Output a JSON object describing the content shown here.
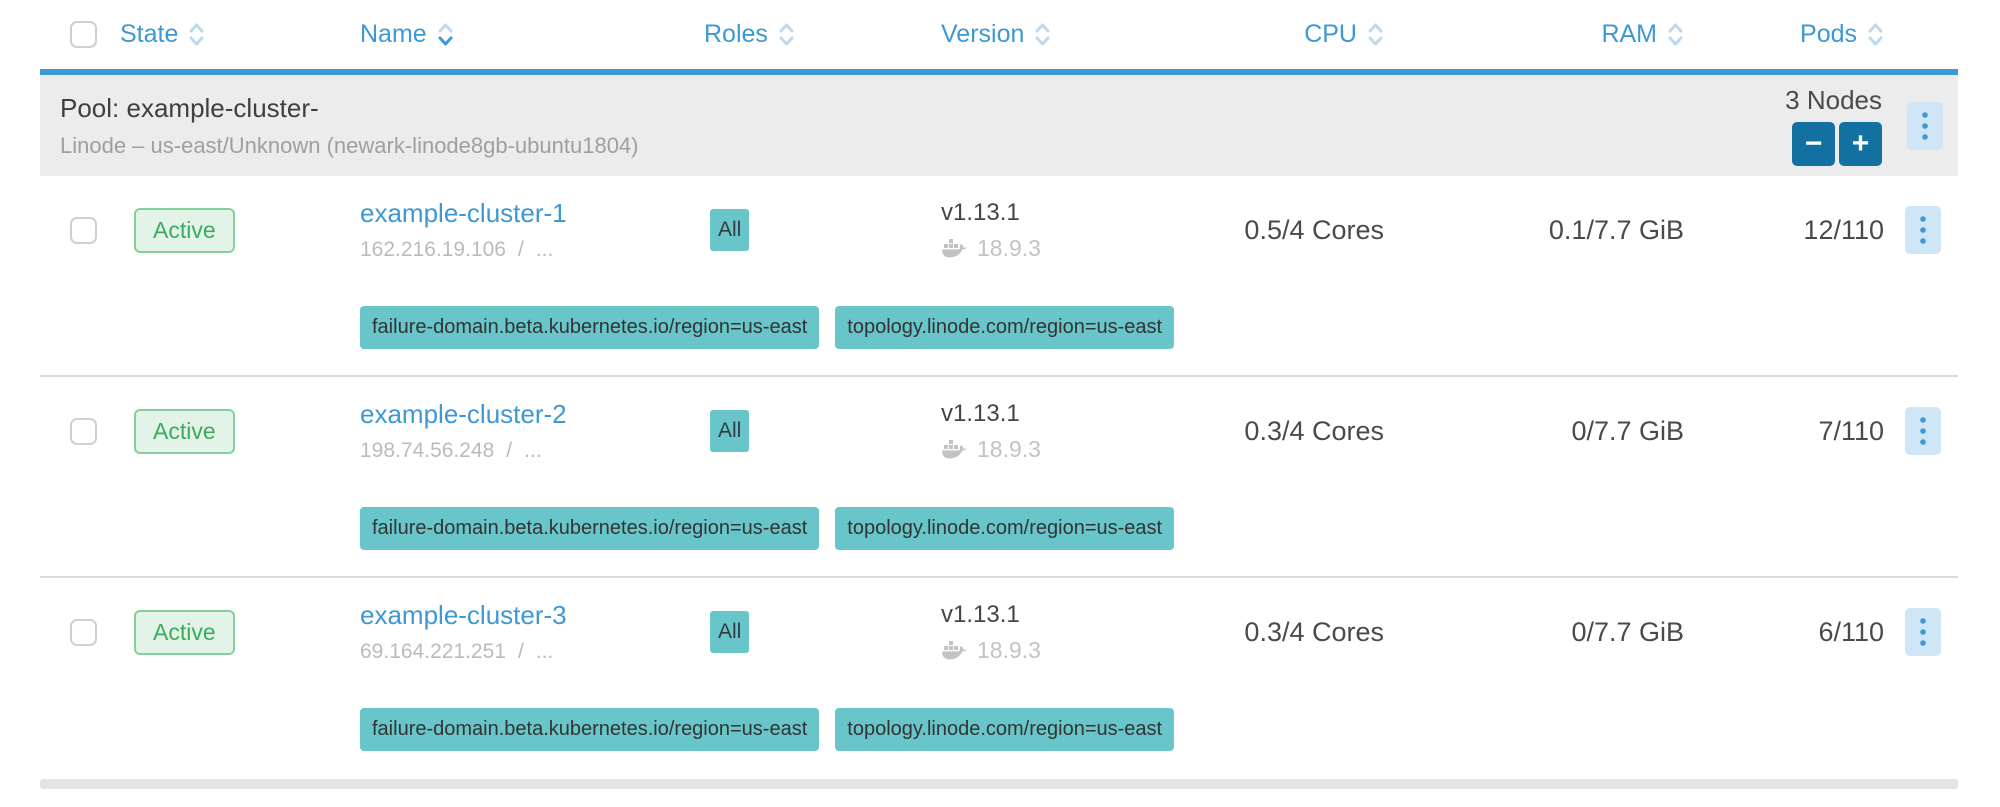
{
  "colors": {
    "accent_blue": "#3d98d3",
    "sort_inactive_blue": "#bdd9ee",
    "pool_row_bg": "#ececec",
    "state_badge_text": "#3bac5d",
    "state_badge_bg": "#e4f3e8",
    "state_badge_border": "#84d09a",
    "teal_badge_bg": "#68c6ca",
    "scale_button_bg": "#1371a1",
    "kebab_button_bg": "#cfe6f6"
  },
  "header": {
    "columns": [
      {
        "label": "State",
        "sorted": "none"
      },
      {
        "label": "Name",
        "sorted": "down"
      },
      {
        "label": "Roles",
        "sorted": "none"
      },
      {
        "label": "Version",
        "sorted": "none"
      },
      {
        "label": "CPU",
        "sorted": "none"
      },
      {
        "label": "RAM",
        "sorted": "none"
      },
      {
        "label": "Pods",
        "sorted": "none"
      }
    ]
  },
  "pool": {
    "title": "Pool: example-cluster-",
    "subtitle": "Linode – us-east/Unknown (newark-linode8gb-ubuntu1804)",
    "node_count": "3 Nodes",
    "scale_down_label": "−",
    "scale_up_label": "+"
  },
  "nodes": [
    {
      "state": "Active",
      "name": "example-cluster-1",
      "address": "162.216.19.106",
      "address_separator": "/",
      "address_more": "...",
      "roles": "All",
      "kubernetes_version": "v1.13.1",
      "docker_version": "18.9.3",
      "cpu": "0.5/4 Cores",
      "ram": "0.1/7.7 GiB",
      "pods": "12/110",
      "labels": [
        "failure-domain.beta.kubernetes.io/region=us-east",
        "topology.linode.com/region=us-east"
      ]
    },
    {
      "state": "Active",
      "name": "example-cluster-2",
      "address": "198.74.56.248",
      "address_separator": "/",
      "address_more": "...",
      "roles": "All",
      "kubernetes_version": "v1.13.1",
      "docker_version": "18.9.3",
      "cpu": "0.3/4 Cores",
      "ram": "0/7.7 GiB",
      "pods": "7/110",
      "labels": [
        "failure-domain.beta.kubernetes.io/region=us-east",
        "topology.linode.com/region=us-east"
      ]
    },
    {
      "state": "Active",
      "name": "example-cluster-3",
      "address": "69.164.221.251",
      "address_separator": "/",
      "address_more": "...",
      "roles": "All",
      "kubernetes_version": "v1.13.1",
      "docker_version": "18.9.3",
      "cpu": "0.3/4 Cores",
      "ram": "0/7.7 GiB",
      "pods": "6/110",
      "labels": [
        "failure-domain.beta.kubernetes.io/region=us-east",
        "topology.linode.com/region=us-east"
      ]
    }
  ]
}
